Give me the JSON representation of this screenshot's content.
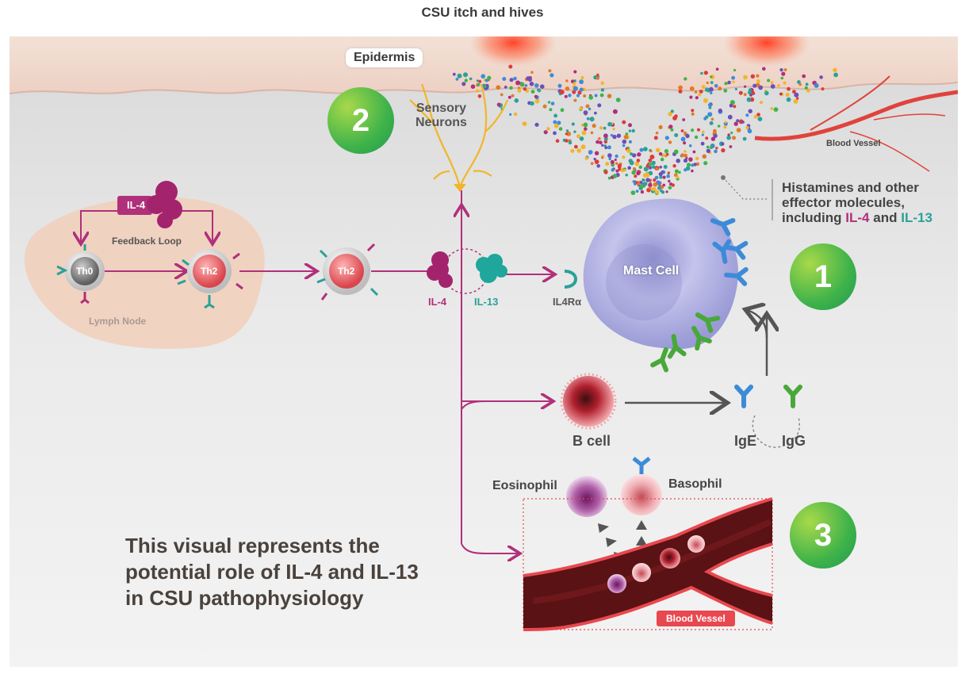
{
  "header": "CSU itch and hives",
  "epidermis_label": "Epidermis",
  "numbers": {
    "n1": "1",
    "n2": "2",
    "n3": "3"
  },
  "neurons_label_line1": "Sensory",
  "neurons_label_line2": "Neurons",
  "blood_vessel_top": "Blood Vessel",
  "histamines": {
    "line1": "Histamines and other",
    "line2": "effector molecules,",
    "line3_prefix": "including",
    "il4": "IL-4",
    "and": "and",
    "il13": "IL-13"
  },
  "lymph": {
    "il4_tag": "IL-4",
    "feedback_loop": "Feedback Loop",
    "th0": "Th0",
    "th2_left": "Th2",
    "lymph_node": "Lymph Node"
  },
  "th2_middle": "Th2",
  "cytokines": {
    "il4": "IL-4",
    "il13": "IL-13"
  },
  "receptor": "IL4Rα",
  "mast_cell": "Mast Cell",
  "b_cell": "B cell",
  "ige": "IgE",
  "igg": "IgG",
  "eosinophil": "Eosinophil",
  "basophil": "Basophil",
  "blood_vessel_bottom": "Blood Vessel",
  "caption": {
    "line1": "This visual represents the",
    "line2": "potential role of IL-4 and IL-13",
    "line3": "in CSU pathophysiology"
  },
  "colors": {
    "magenta": "#b0307a",
    "teal": "#2aa198",
    "green": "#3fb34a",
    "vessel": "#6a1a1c",
    "vessel_border": "#e8484f"
  },
  "icons": [
    "receptor-icon",
    "antibody-icon",
    "protein-icon",
    "cell-icon",
    "arrow-icon"
  ]
}
